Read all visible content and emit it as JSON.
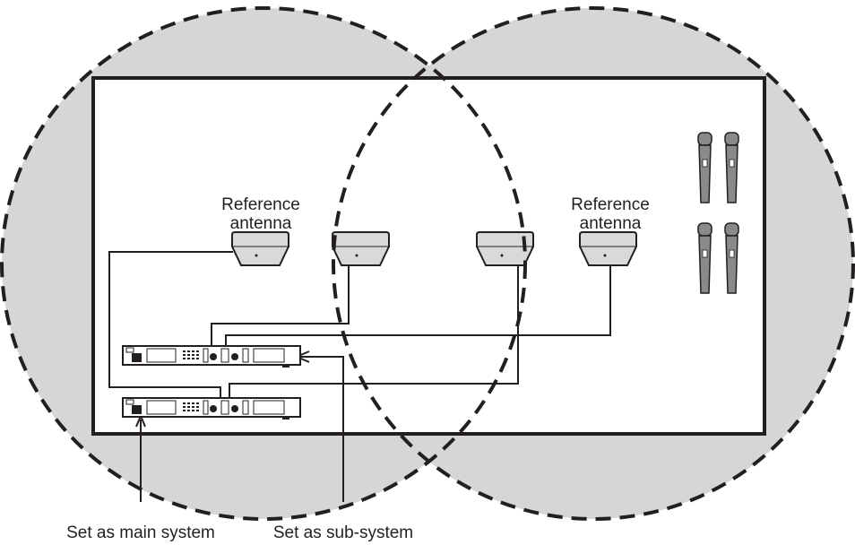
{
  "colors": {
    "coverage_fill": "#d6d6d6",
    "room_fill": "#ffffff",
    "stroke": "#231f20",
    "device_fill": "#d9d9d9",
    "mic_fill": "#8a8a8a"
  },
  "labels": {
    "reference_antenna_left": [
      "Reference",
      "antenna"
    ],
    "reference_antenna_right": [
      "Reference",
      "antenna"
    ],
    "main_system": "Set as main system",
    "sub_system": "Set as sub-system"
  },
  "elements": {
    "coverage_areas": 2,
    "antennas": 4,
    "receivers": 2,
    "microphones": 4
  }
}
